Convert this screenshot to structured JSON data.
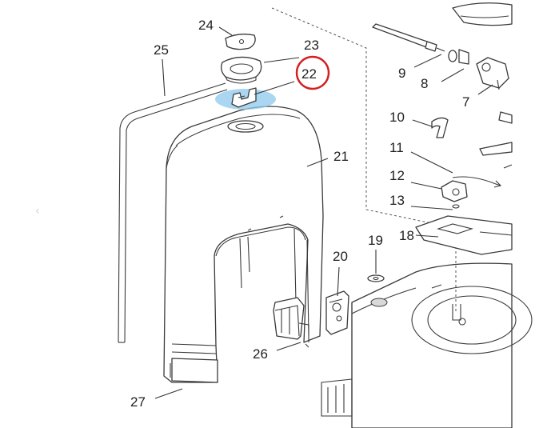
{
  "diagram": {
    "callouts": [
      {
        "id": "24",
        "label": "24"
      },
      {
        "id": "25",
        "label": "25"
      },
      {
        "id": "23",
        "label": "23"
      },
      {
        "id": "22",
        "label": "22"
      },
      {
        "id": "21",
        "label": "21"
      },
      {
        "id": "20",
        "label": "20"
      },
      {
        "id": "19",
        "label": "19"
      },
      {
        "id": "18",
        "label": "18"
      },
      {
        "id": "13",
        "label": "13"
      },
      {
        "id": "12",
        "label": "12"
      },
      {
        "id": "11",
        "label": "11"
      },
      {
        "id": "10",
        "label": "10"
      },
      {
        "id": "9",
        "label": "9"
      },
      {
        "id": "8",
        "label": "8"
      },
      {
        "id": "7",
        "label": "7"
      },
      {
        "id": "26",
        "label": "26"
      },
      {
        "id": "27",
        "label": "27"
      }
    ],
    "highlighted_part": "22",
    "colors": {
      "highlight_circle": "#d42020",
      "highlight_glow": "#8fc8ec",
      "line": "#3a3a3a"
    },
    "nav_icon": "chevron-left-icon"
  }
}
